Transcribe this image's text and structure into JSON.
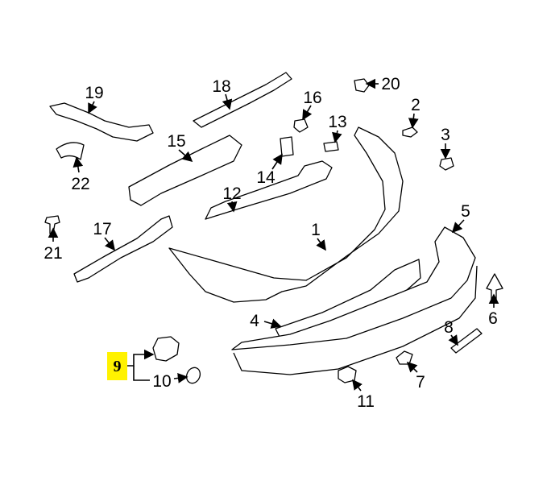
{
  "diagram": {
    "highlight_color": "#fff200",
    "callouts": {
      "p1": "1",
      "p2": "2",
      "p3": "3",
      "p4": "4",
      "p5": "5",
      "p6": "6",
      "p7": "7",
      "p8": "8",
      "p9": "9",
      "p10": "10",
      "p11": "11",
      "p12": "12",
      "p13": "13",
      "p14": "14",
      "p15": "15",
      "p16": "16",
      "p17": "17",
      "p18": "18",
      "p19": "19",
      "p20": "20",
      "p21": "21",
      "p22": "22"
    }
  }
}
